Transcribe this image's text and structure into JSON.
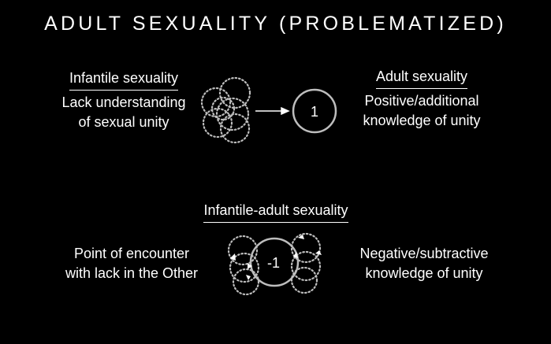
{
  "slide": {
    "title": "ADULT SEXUALITY (PROBLEMATIZED)"
  },
  "infantile": {
    "heading": "Infantile sexuality",
    "line1": "Lack understanding",
    "line2": "of sexual unity"
  },
  "adult": {
    "heading": "Adult sexuality",
    "line1": "Positive/additional",
    "line2": "knowledge of unity",
    "unity_label": "1"
  },
  "infantile_adult": {
    "heading": "Infantile-adult sexuality",
    "left_line1": "Point of encounter",
    "left_line2": "with lack in the Other",
    "right_line1": "Negative/subtractive",
    "right_line2": "knowledge of unity",
    "center_label": "-1"
  },
  "colors": {
    "background": "#000000",
    "foreground": "#ffffff",
    "circle_stroke": "#bdbdbd"
  }
}
